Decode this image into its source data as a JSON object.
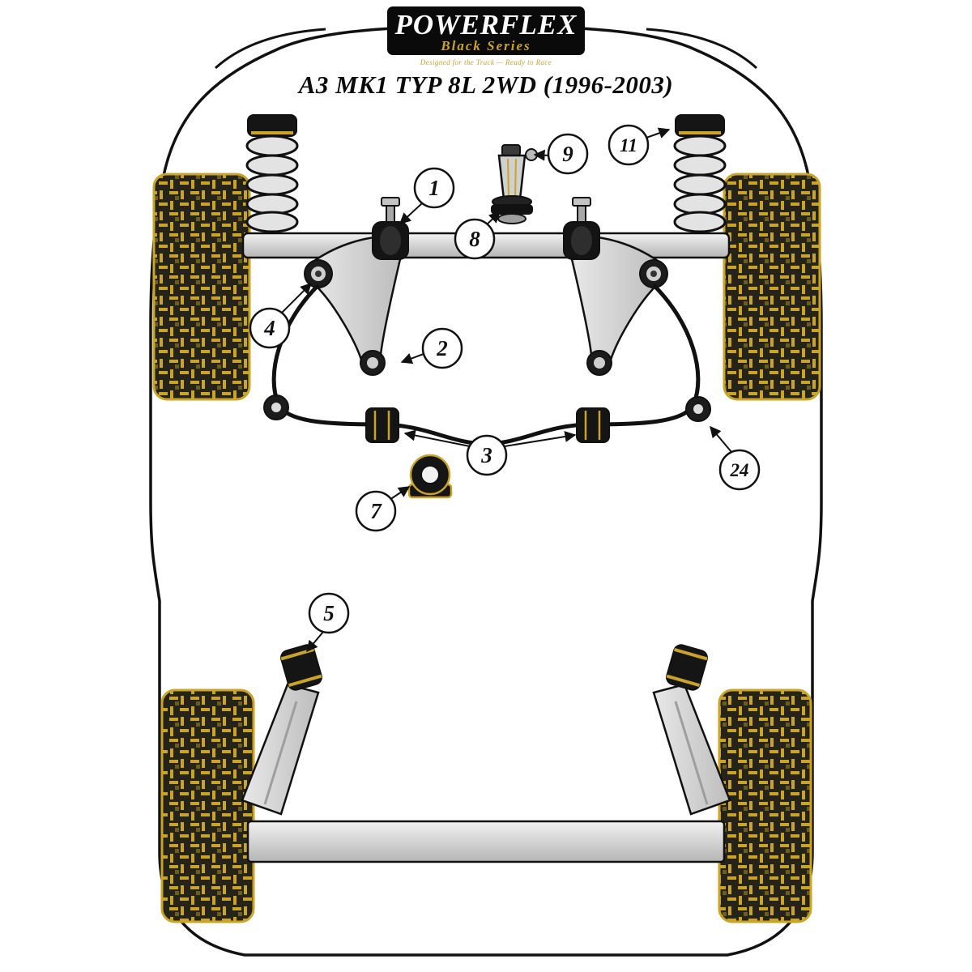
{
  "logo": {
    "brand": "POWERFLEX",
    "series": "Black Series",
    "tagline": "Designed for the Track — Ready to Race"
  },
  "title": "A3 MK1 TYP 8L 2WD (1996-2003)",
  "callouts": [
    {
      "label": "1"
    },
    {
      "label": "2"
    },
    {
      "label": "3"
    },
    {
      "label": "4"
    },
    {
      "label": "5"
    },
    {
      "label": "7"
    },
    {
      "label": "8"
    },
    {
      "label": "9"
    },
    {
      "label": "11"
    },
    {
      "label": "24"
    }
  ],
  "colors": {
    "accent_gold": "#C9A427",
    "part_black": "#151515",
    "metal_gray": "#D0D0D0",
    "outline": "#111111"
  }
}
